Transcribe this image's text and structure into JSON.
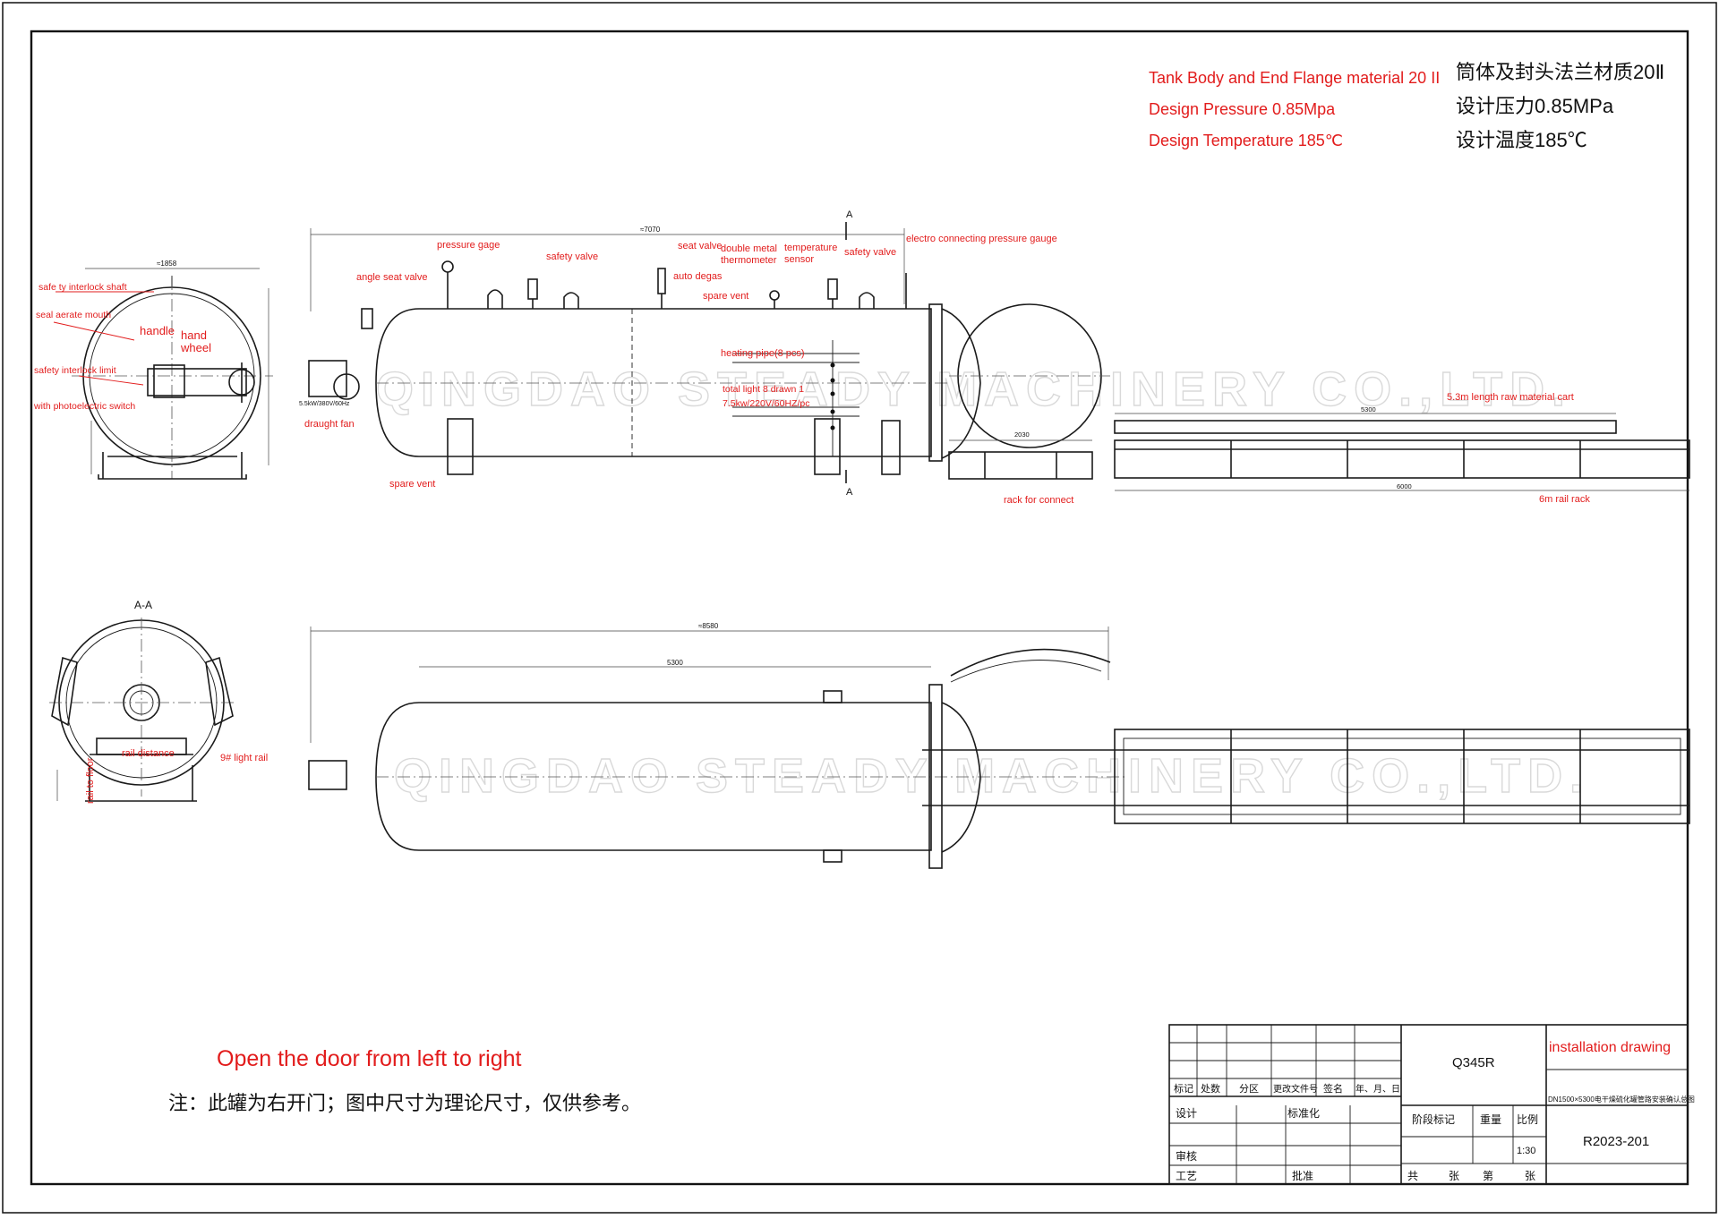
{
  "spec_en": {
    "material": "Tank Body and  End Flange material 20 II",
    "pressure": "Design Pressure 0.85Mpa",
    "temperature": "Design Temperature 185℃"
  },
  "spec_cn": {
    "material": "筒体及封头法兰材质20Ⅱ",
    "pressure": "设计压力0.85MPa",
    "temperature": "设计温度185℃"
  },
  "watermark": "QINGDAO STEADY MACHINERY CO.,LTD.",
  "side_view": {
    "overall_dim": "≈7070",
    "section_marker": "A",
    "labels": {
      "pressure_gage": "pressure gage",
      "angle_seat_valve": "angle seat valve",
      "safety_valve_1": "safety valve",
      "seat_valve": "seat valve",
      "auto_degas": "auto degas",
      "double_metal_thermometer": "double metal\nthermometer",
      "temperature_sensor": "temperature\nsensor",
      "spare_vent_top": "spare vent",
      "safety_valve_2": "safety valve",
      "electro_pressure_gauge": "electro connecting pressure gauge",
      "heating_pipe": "heating pipe(8 pcs)",
      "heating_spec_1": "total light 8 drawn 1",
      "heating_spec_2": "7.5kw/220V/60HZ/pc",
      "draught_fan": "draught fan",
      "fan_spec": "5.5kW/380V/60Hz",
      "spare_vent_bottom": "spare vent",
      "rack_for_connect": "rack for connect",
      "raw_material_cart": "5.3m length raw material cart",
      "rail_rack": "6m rail rack",
      "dim_2030": "2030",
      "dim_5300": "5300",
      "dim_6000": "6000"
    }
  },
  "end_view": {
    "dim_width": "≈1858",
    "labels": {
      "interlock_shaft": "safe ty interlock shaft",
      "seal_aerate": "seal aerate mouth",
      "handle": "handle",
      "hand_wheel": "hand\nwheel",
      "interlock_limit": "safety interlock limit",
      "photo_switch": "with photoelectric switch"
    }
  },
  "section_aa": {
    "title": "A-A",
    "labels": {
      "rail_distance": "rail distance",
      "light_rail": "9# light rail",
      "rail_to_floor": "rail to floor"
    }
  },
  "plan_view": {
    "overall_dim": "≈8580",
    "inner_dim": "5300"
  },
  "notes": {
    "door_en": "Open the door from left to right",
    "door_cn": "注：此罐为右开门；图中尺寸为理论尺寸，仅供参考。"
  },
  "title_block": {
    "material": "Q345R",
    "drawing_title_en": "installation drawing",
    "drawing_title_cn": "DN1500×5300电干燥硫化罐管路安装确认总图",
    "drawing_no": "R2023-201",
    "scale": "1:30",
    "headers": [
      "标记",
      "处数",
      "分区",
      "更改文件号",
      "签名",
      "年、月、日"
    ],
    "design": "设计",
    "standardize": "标准化",
    "review": "审核",
    "process": "工艺",
    "approve": "批准",
    "stage_mark": "阶段标记",
    "weight": "重量",
    "scale_label": "比例",
    "total": "共",
    "sheets": "张",
    "number": "第",
    "sheet": "张"
  }
}
